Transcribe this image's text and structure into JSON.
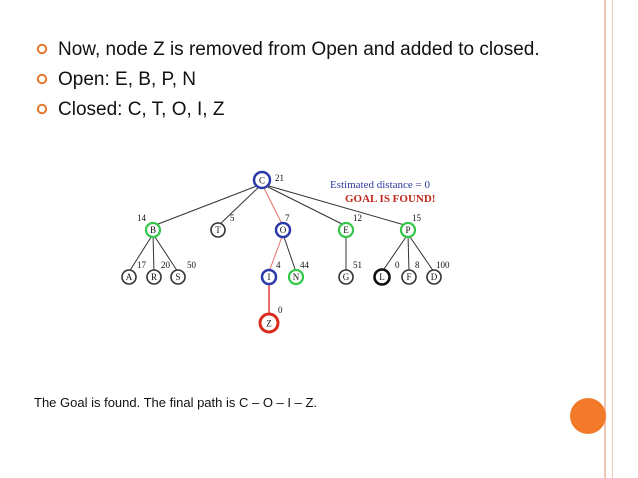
{
  "bullets": [
    {
      "text": "Now, node Z is removed from Open and added to closed."
    },
    {
      "text": "Open: E, B, P, N"
    },
    {
      "text": "Closed: C, T, O, I, Z"
    }
  ],
  "diagram": {
    "legend_line1": "Estimated distance = 0",
    "legend_line2": "GOAL IS FOUND!",
    "nodes": {
      "C": {
        "label": "C",
        "cost": "21"
      },
      "B": {
        "label": "B",
        "cost": "14"
      },
      "T": {
        "label": "T",
        "cost": "5"
      },
      "O": {
        "label": "O",
        "cost": "7"
      },
      "E": {
        "label": "E",
        "cost": "12"
      },
      "P": {
        "label": "P",
        "cost": "15"
      },
      "A": {
        "label": "A",
        "cost": "17"
      },
      "R": {
        "label": "R",
        "cost": "20"
      },
      "S": {
        "label": "S",
        "cost": "50"
      },
      "I": {
        "label": "I",
        "cost": "4"
      },
      "N": {
        "label": "N",
        "cost": "44"
      },
      "G": {
        "label": "G",
        "cost": "51"
      },
      "L": {
        "label": "L",
        "cost": "0"
      },
      "F": {
        "label": "F",
        "cost": "8"
      },
      "D": {
        "label": "D",
        "cost": "100"
      },
      "Z": {
        "label": "Z",
        "cost": "0"
      }
    },
    "colors": {
      "closed": "#2b3aa8",
      "open": "#34c84a",
      "goal": "#d92a1e",
      "path_edge": "#e8706a",
      "edge": "#333333"
    }
  },
  "footer": "The Goal is found. The final path is C – O – I – Z."
}
